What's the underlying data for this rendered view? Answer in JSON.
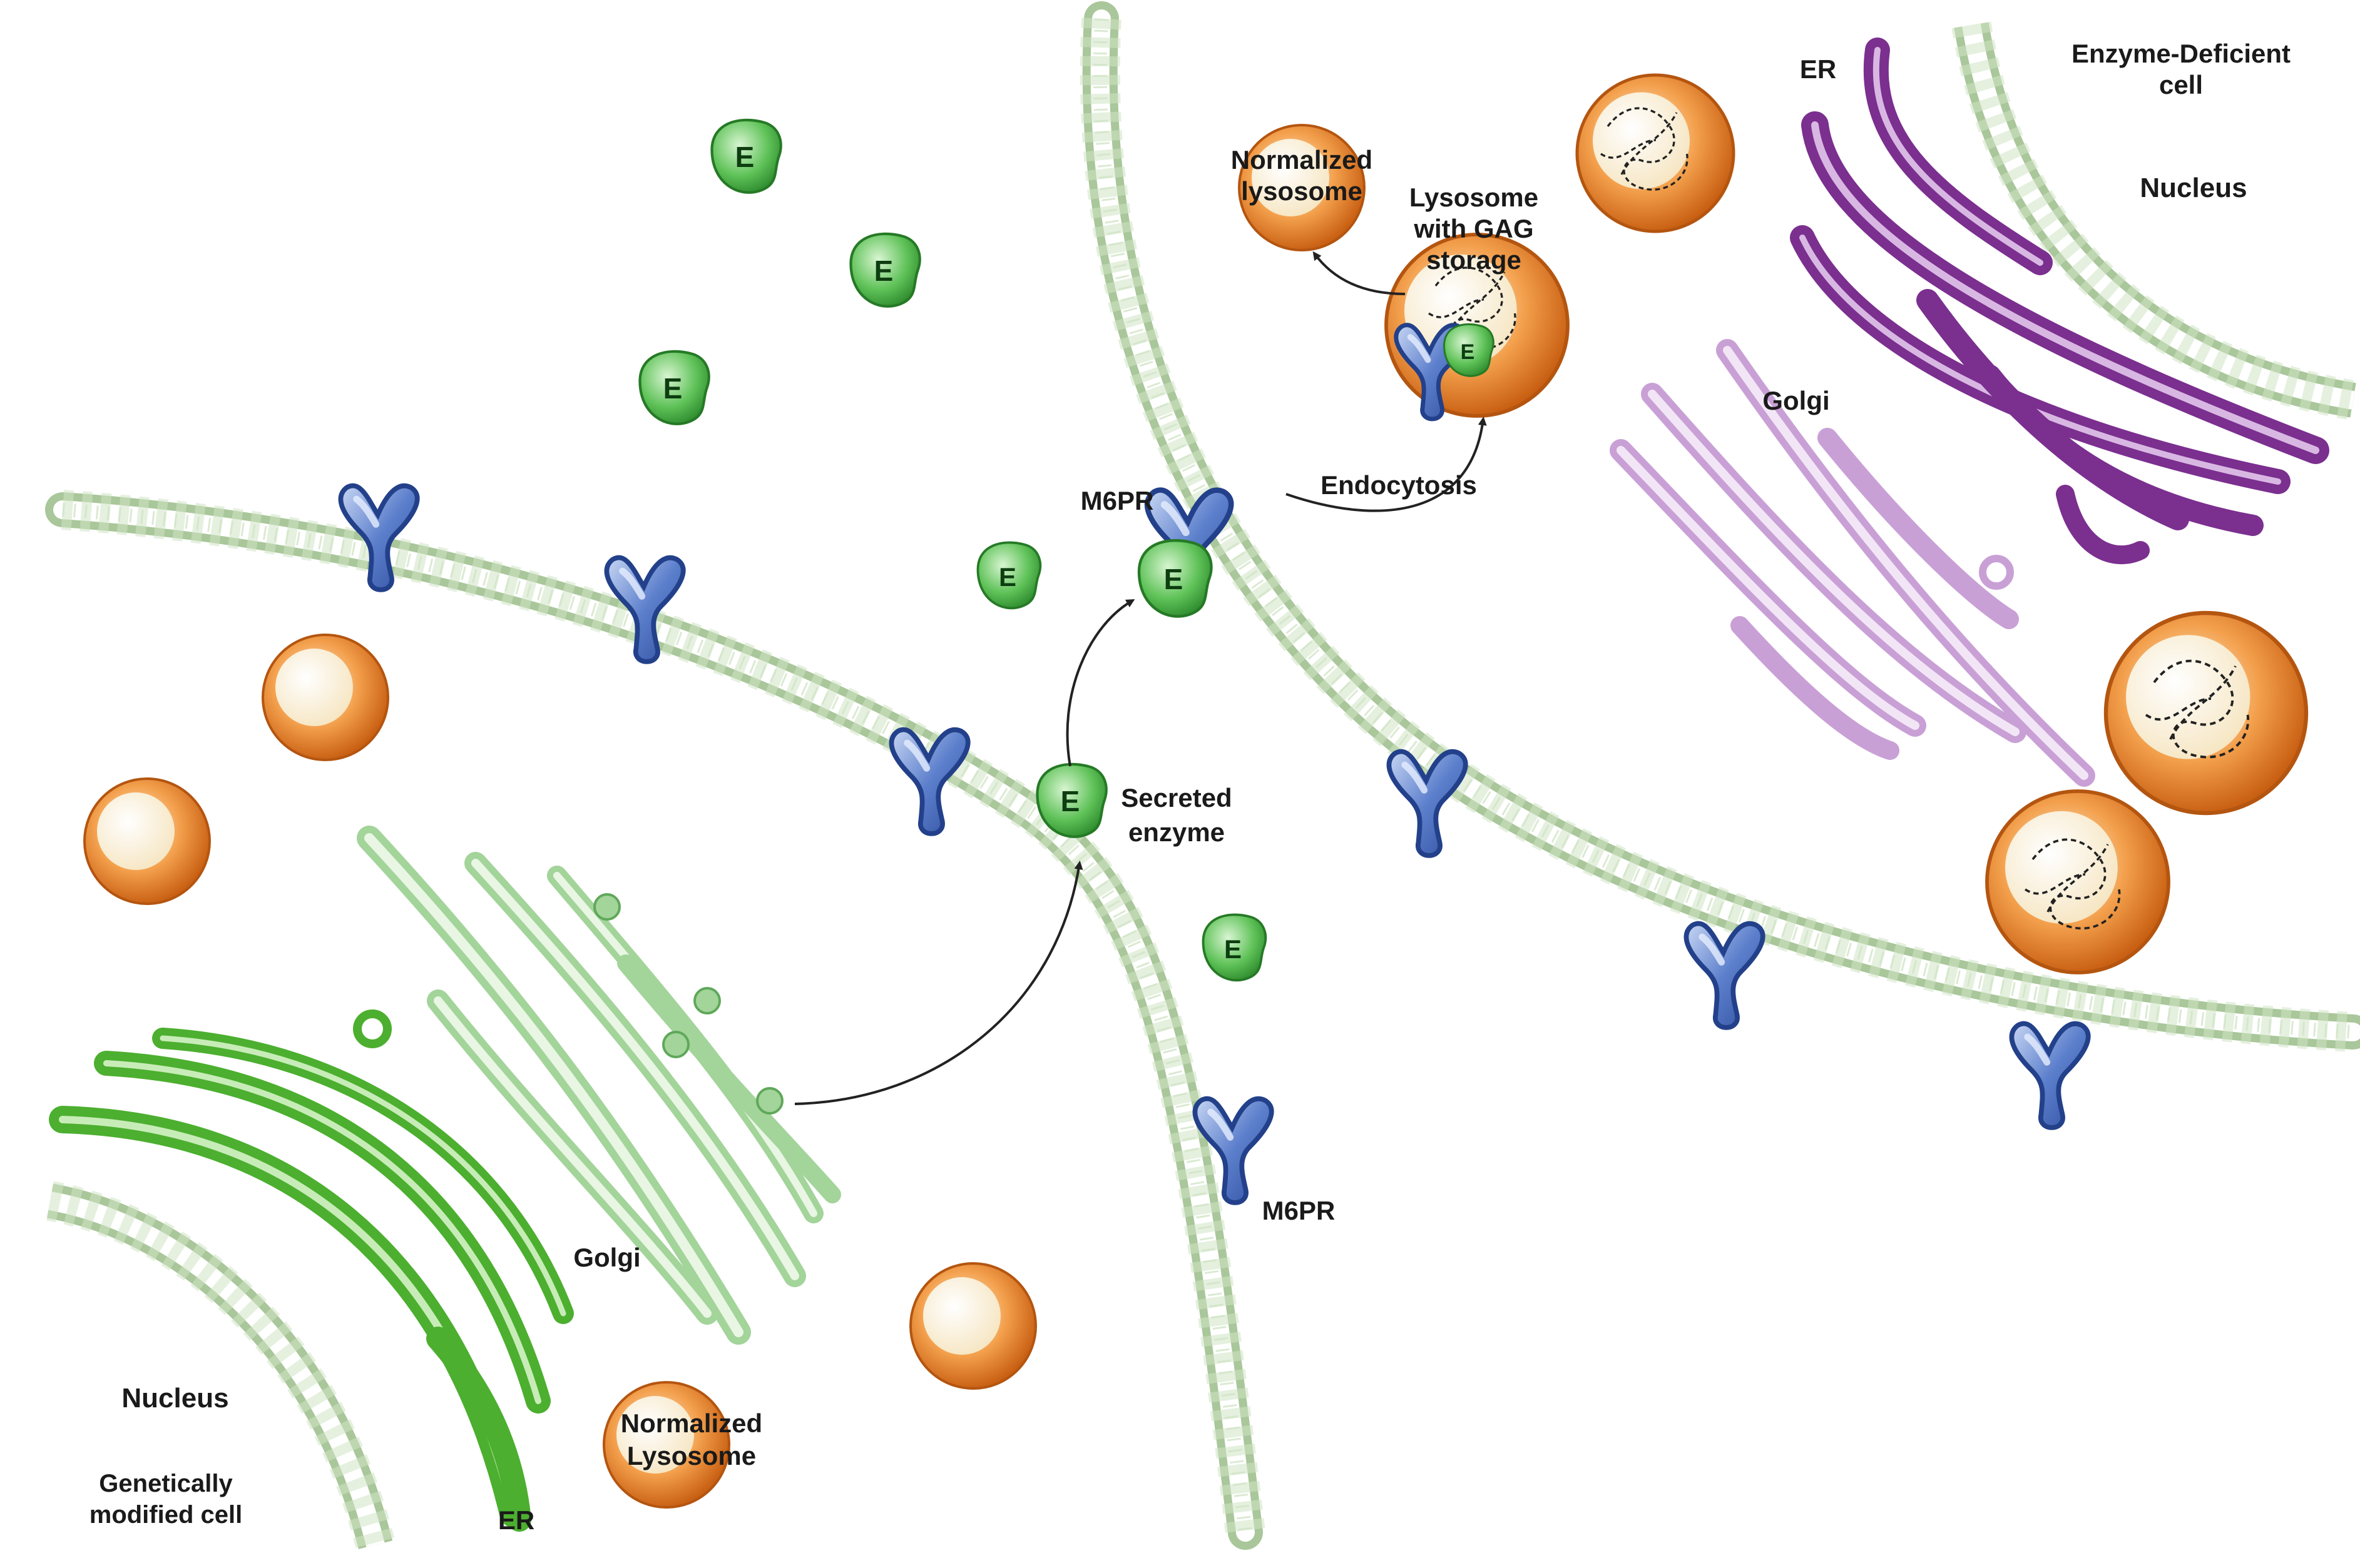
{
  "labels": {
    "enzyme_deficient_cell": [
      "Enzyme-Deficient",
      "cell"
    ],
    "nucleus_right": "Nucleus",
    "er_right": "ER",
    "golgi_right": "Golgi",
    "normalized_lysosome_top": [
      "Normalized",
      "lysosome"
    ],
    "lysosome_gag": [
      "Lysosome",
      "with GAG",
      "storage"
    ],
    "endocytosis": "Endocytosis",
    "m6pr_top": "M6PR",
    "m6pr_bottom": "M6PR",
    "secreted_enzyme": [
      "Secreted",
      "enzyme"
    ],
    "golgi_left": "Golgi",
    "nucleus_left": "Nucleus",
    "genetically_modified_cell": [
      "Genetically",
      "modified cell"
    ],
    "er_left": "ER",
    "normalized_lysosome_bottom": [
      "Normalized",
      "Lysosome"
    ]
  },
  "enzyme_letter": "E",
  "colors": {
    "membrane_head": "#cfe3c4",
    "membrane_head_stroke": "#7fa36f",
    "membrane_tail": "#a9c79a",
    "receptor": "#3f66b8",
    "receptor_light": "#a9bfe8",
    "enzyme": "#3aa53a",
    "enzyme_light": "#a6e0a0",
    "lysosome": "#e8842a",
    "lysosome_dark": "#c65f12",
    "lysosome_core": "#fbf3df",
    "er_green": "#4caf2f",
    "golgi_green": "#a3d49a",
    "er_purple": "#7b2f8f",
    "golgi_purple": "#c9a0d6",
    "arrow": "#222222"
  }
}
